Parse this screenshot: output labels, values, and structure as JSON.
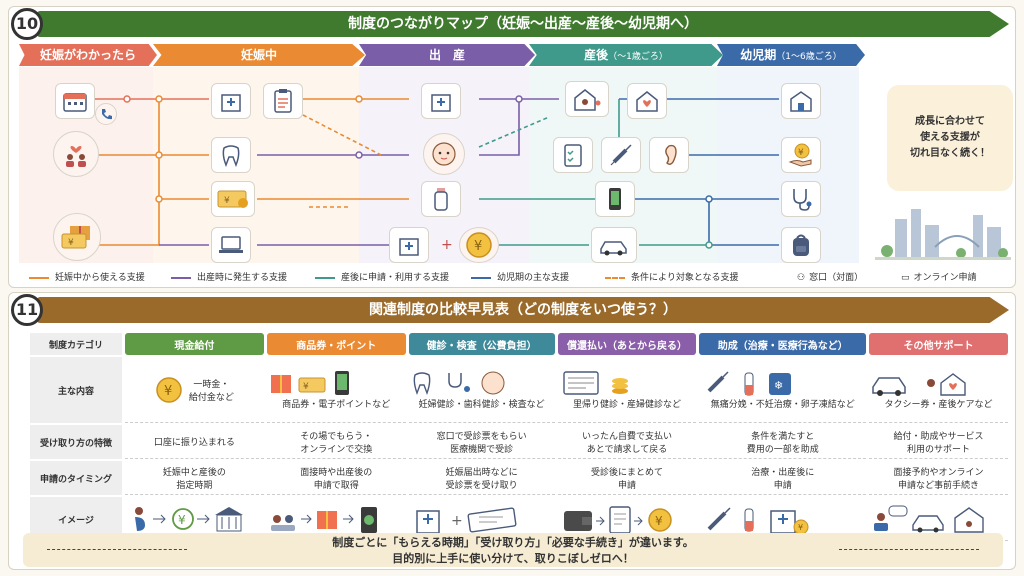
{
  "s10": {
    "num": "10",
    "title": "制度のつながりマップ（妊娠〜出産〜産後〜幼児期へ）",
    "stages": [
      {
        "label": "妊娠がわかったら",
        "sub": "",
        "color": "#e4705a"
      },
      {
        "label": "妊娠中",
        "sub": "",
        "color": "#ea8a32"
      },
      {
        "label": "出　産",
        "sub": "",
        "color": "#7a5fa8"
      },
      {
        "label": "産後",
        "sub": "（〜1歳ごろ）",
        "color": "#3f9a8c"
      },
      {
        "label": "幼児期",
        "sub": "（1〜6歳ごろ）",
        "color": "#3a6aa8"
      }
    ],
    "callout": [
      "成長に合わせて",
      "使える支援が",
      "切れ目なく続く！"
    ],
    "legend": [
      {
        "label": "妊娠中から使える支援",
        "color": "#ea8a32",
        "dashed": false
      },
      {
        "label": "出産時に発生する支援",
        "color": "#7a5fa8",
        "dashed": false
      },
      {
        "label": "産後に申請・利用する支援",
        "color": "#3f9a8c",
        "dashed": false
      },
      {
        "label": "幼児期の主な支援",
        "color": "#3a6aa8",
        "dashed": false
      },
      {
        "label": "条件により対象となる支援",
        "color": "#ea8a32",
        "dashed": true
      },
      {
        "label": "窓口（対面）",
        "color": "",
        "dashed": false
      },
      {
        "label": "オンライン申請",
        "color": "",
        "dashed": false
      }
    ]
  },
  "s11": {
    "num": "11",
    "title": "関連制度の比較早見表（どの制度をいつ使う？）",
    "row_labels": [
      "制度カテゴリ",
      "主な内容",
      "受け取り方の特徴",
      "申請のタイミング",
      "イメージ"
    ],
    "columns": [
      {
        "header": "現金給付",
        "color": "#5f9a44",
        "content": [
          "一時金・",
          "給付金など"
        ],
        "receive": [
          "口座に振り込まれる"
        ],
        "timing": [
          "妊娠中と産後の",
          "指定時期"
        ]
      },
      {
        "header": "商品券・ポイント",
        "color": "#ea8a32",
        "content": [
          "商品券・電子ポイントなど"
        ],
        "receive": [
          "その場でもらう・",
          "オンラインで交換"
        ],
        "timing": [
          "面接時や出産後の",
          "申請で取得"
        ]
      },
      {
        "header": "健診・検査（公費負担）",
        "color": "#3f8a9a",
        "content": [
          "妊婦健診・歯科健診・検査など"
        ],
        "receive": [
          "窓口で受診票をもらい",
          "医療機関で受診"
        ],
        "timing": [
          "妊娠届出時などに",
          "受診票を受け取り"
        ]
      },
      {
        "header": "償還払い（あとから戻る）",
        "color": "#8a5ea8",
        "content": [
          "里帰り健診・産婦健診など"
        ],
        "receive": [
          "いったん自費で支払い",
          "あとで請求して戻る"
        ],
        "timing": [
          "受診後にまとめて",
          "申請"
        ]
      },
      {
        "header": "助成（治療・医療行為など）",
        "color": "#3a6aa8",
        "content": [
          "無痛分娩・不妊治療・卵子凍結など"
        ],
        "receive": [
          "条件を満たすと",
          "費用の一部を助成"
        ],
        "timing": [
          "治療・出産後に",
          "申請"
        ]
      },
      {
        "header": "その他サポート",
        "color": "#e07070",
        "content": [
          "タクシー券・産後ケアなど"
        ],
        "receive": [
          "給付・助成やサービス",
          "利用のサポート"
        ],
        "timing": [
          "面接予約やオンライン",
          "申請など事前手続き"
        ]
      }
    ],
    "footer": [
      "制度ごとに「もらえる時期」「受け取り方」「必要な手続き」が違います。",
      "目的別に上手に使い分けて、取りこぼしゼロへ！"
    ]
  }
}
